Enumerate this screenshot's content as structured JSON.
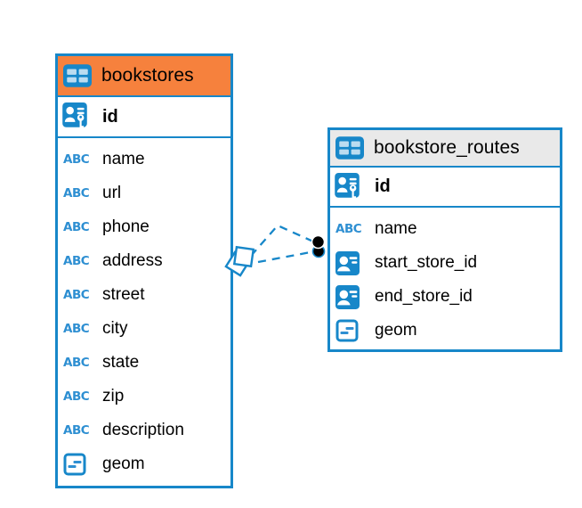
{
  "colors": {
    "accent_blue": "#1787c9",
    "bookstores_header_bg": "#f6813d",
    "routes_header_bg": "#e9e9e9",
    "row_text": "#000000",
    "connector_endpoint_black": "#000000",
    "diagram_background": "#ffffff"
  },
  "icons": {
    "text_type_glyph": "ABC",
    "table_icon": "table-grid-icon",
    "primary_key_icon": "person-key-icon",
    "foreign_key_icon": "person-badge-icon",
    "geometry_icon": "geometry-dashes-icon"
  },
  "tables": [
    {
      "name": "bookstores",
      "columns": [
        {
          "name": "id",
          "type_icon": "primary-key"
        },
        {
          "name": "name",
          "type_icon": "text"
        },
        {
          "name": "url",
          "type_icon": "text"
        },
        {
          "name": "phone",
          "type_icon": "text"
        },
        {
          "name": "address",
          "type_icon": "text"
        },
        {
          "name": "street",
          "type_icon": "text"
        },
        {
          "name": "city",
          "type_icon": "text"
        },
        {
          "name": "state",
          "type_icon": "text"
        },
        {
          "name": "zip",
          "type_icon": "text"
        },
        {
          "name": "description",
          "type_icon": "text"
        },
        {
          "name": "geom",
          "type_icon": "geometry"
        }
      ]
    },
    {
      "name": "bookstore_routes",
      "columns": [
        {
          "name": "id",
          "type_icon": "primary-key"
        },
        {
          "name": "name",
          "type_icon": "text"
        },
        {
          "name": "start_store_id",
          "type_icon": "foreign-key"
        },
        {
          "name": "end_store_id",
          "type_icon": "foreign-key"
        },
        {
          "name": "geom",
          "type_icon": "geometry"
        }
      ]
    }
  ],
  "relationships": [
    {
      "from_table": "bookstores",
      "to_table": "bookstore_routes",
      "line_style": "dashed"
    },
    {
      "from_table": "bookstores",
      "to_table": "bookstore_routes",
      "line_style": "dashed"
    }
  ]
}
